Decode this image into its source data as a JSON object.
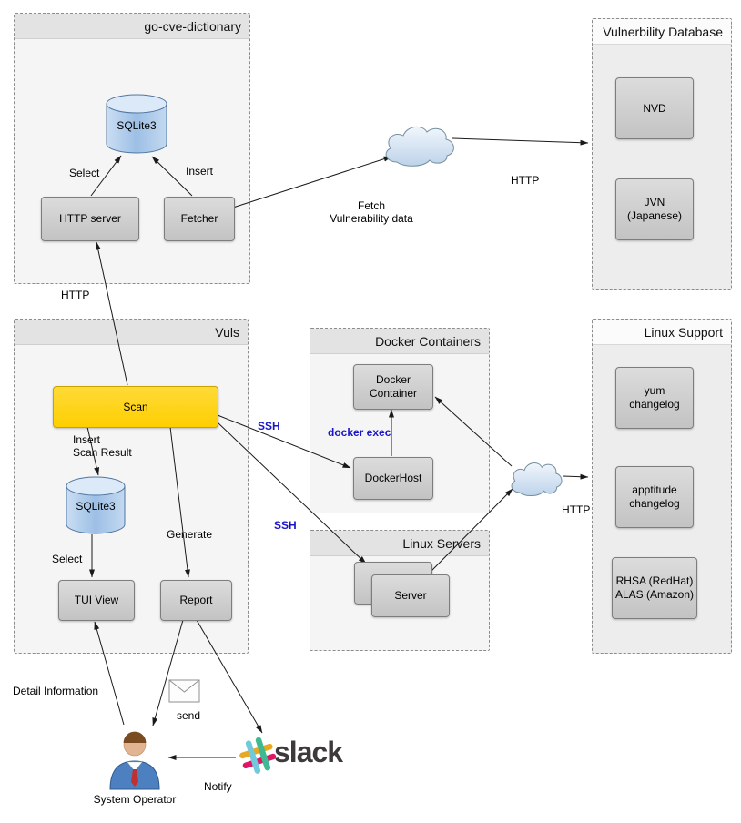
{
  "groups": {
    "go_cve_dictionary": {
      "title": "go-cve-dictionary"
    },
    "vulnerability_database": {
      "title": "Vulnerbility Database"
    },
    "vuls": {
      "title": "Vuls"
    },
    "docker_containers": {
      "title": "Docker Containers"
    },
    "linux_servers": {
      "title": "Linux Servers"
    },
    "linux_support": {
      "title": "Linux Support"
    }
  },
  "nodes": {
    "sqlite3_cve": {
      "label": "SQLite3"
    },
    "http_server": {
      "label": "HTTP server"
    },
    "fetcher": {
      "label": "Fetcher"
    },
    "nvd": {
      "label": "NVD"
    },
    "jvn": {
      "line1": "JVN",
      "line2": "(Japanese)"
    },
    "scan": {
      "label": "Scan"
    },
    "sqlite3_vuls": {
      "label": "SQLite3"
    },
    "tui_view": {
      "label": "TUI View"
    },
    "report": {
      "label": "Report"
    },
    "docker_container": {
      "line1": "Docker",
      "line2": "Container"
    },
    "docker_host": {
      "label": "DockerHost"
    },
    "server": {
      "label": "Server"
    },
    "yum_changelog": {
      "line1": "yum",
      "line2": "changelog"
    },
    "apptitude_changelog": {
      "line1": "apptitude",
      "line2": "changelog"
    },
    "rhsa_alas": {
      "line1": "RHSA (RedHat)",
      "line2": "ALAS (Amazon)"
    }
  },
  "labels": {
    "select_cve": "Select",
    "insert_cve": "Insert",
    "fetch_line1": "Fetch",
    "fetch_line2": "Vulnerability data",
    "http_to_vulndb": "HTTP",
    "http_scan": "HTTP",
    "insert_scan_line1": "Insert",
    "insert_scan_line2": "Scan Result",
    "select_tui": "Select",
    "generate": "Generate",
    "ssh_docker": "SSH",
    "ssh_linux": "SSH",
    "docker_exec": "docker exec",
    "http_linux_support": "HTTP",
    "detail_information": "Detail Information",
    "send": "send",
    "notify": "Notify",
    "system_operator": "System Operator",
    "slack_wordmark": "slack"
  },
  "colors": {
    "scan_fill": "#fecf00",
    "protocol_label_blue": "#1a16c8",
    "cylinder_fill": "#aac6e8",
    "cloud_fill": "#cfdff0",
    "slack_hash_blue": "#70cadb",
    "slack_hash_green": "#3eb991",
    "slack_hash_yellow": "#e9a820",
    "slack_hash_pink": "#e01563",
    "slack_text": "#3e3a3c"
  }
}
